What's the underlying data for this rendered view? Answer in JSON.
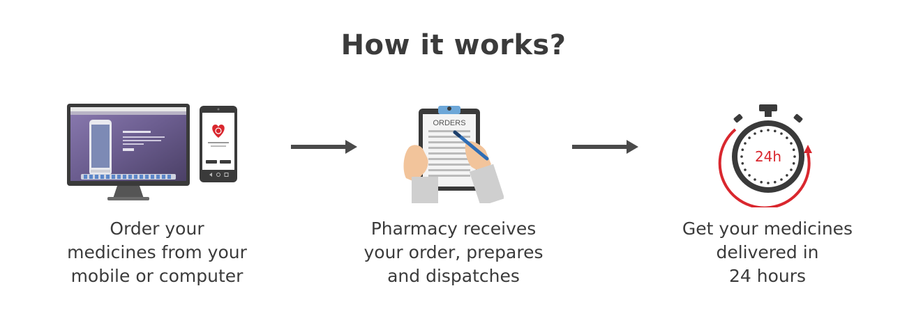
{
  "title": "How it works?",
  "steps": [
    {
      "icon": "devices-icon",
      "caption": "Order your\nmedicines from your\nmobile or computer"
    },
    {
      "icon": "clipboard-orders-icon",
      "icon_label": "ORDERS",
      "caption": "Pharmacy receives\nyour order, prepares\nand dispatches"
    },
    {
      "icon": "stopwatch-icon",
      "icon_label": "24h",
      "caption": "Get your medicines\ndelivered in\n24 hours"
    }
  ],
  "colors": {
    "text": "#3b3b3b",
    "accent_red": "#d9272e",
    "arrow": "#4a4a4a"
  }
}
